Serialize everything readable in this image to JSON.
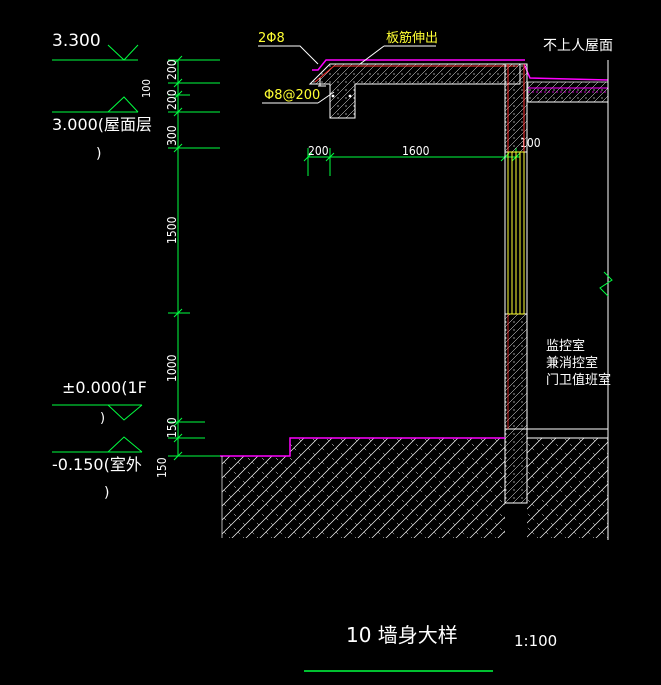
{
  "drawing": {
    "title": "10 墙身大样",
    "scale": "1:100"
  },
  "levels": {
    "parapet_top": "3.300",
    "roof": "3.000(屋面层",
    "roof_paren": ")",
    "ground_floor": "±0.000(1F",
    "ground_floor_paren": ")",
    "exterior": "-0.150(室外",
    "exterior_paren": ")"
  },
  "vertical_dimensions": [
    "200",
    "100",
    "200",
    "300",
    "1500",
    "1000",
    "150",
    "150"
  ],
  "horizontal_dimensions": [
    "200",
    "1600",
    "100"
  ],
  "annotations": {
    "rebar_main": "2Φ8",
    "rebar_stirrup": "Φ8@200",
    "slab_note": "板筋伸出",
    "roof_note": "不上人屋面",
    "rooms": [
      "监控室",
      "兼消控室",
      "门卫值班室"
    ]
  },
  "colors": {
    "background": "#000000",
    "dimension_lines": "#00ff40",
    "text": "#ffffff",
    "waterproofing": "#ff00ff",
    "frame": "#ffff33",
    "hatch": "#ffffff"
  }
}
